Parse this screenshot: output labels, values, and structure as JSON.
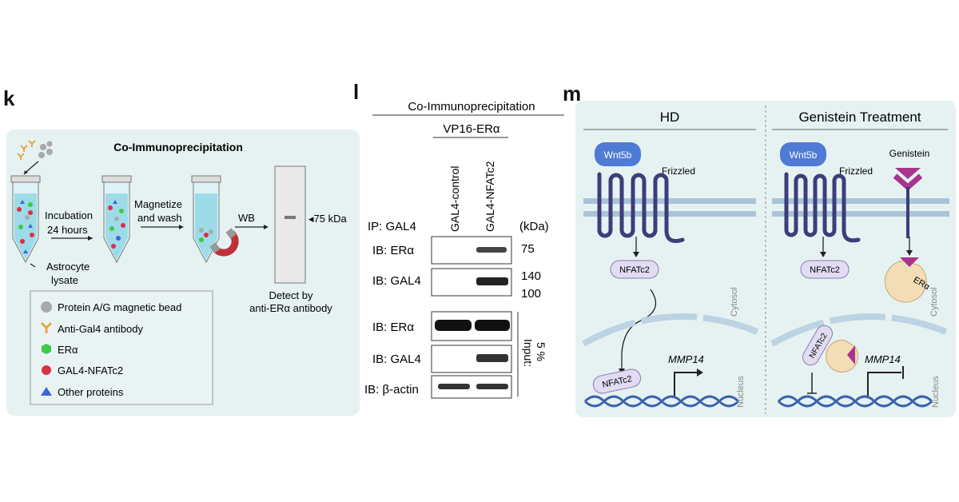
{
  "panels": {
    "k": {
      "letter": "k",
      "title": "Co-Immunoprecipitation",
      "steps": {
        "incubation": "Incubation",
        "hours": "24 hours",
        "magnetize": "Magnetize",
        "and_wash": "and wash",
        "wb": "WB",
        "kda": "◂75 kDa",
        "astrocyte": "Astrocyte",
        "lysate": "lysate",
        "detect1": "Detect by",
        "detect2": "anti-ERα antibody"
      },
      "legend": [
        {
          "label": "Protein A/G magnetic bead",
          "icon": "gray-circle-icon",
          "color": "#a9a9a9"
        },
        {
          "label": "Anti-Gal4 antibody",
          "icon": "y-antibody-icon",
          "color": "#e0a940"
        },
        {
          "label": "ERα",
          "icon": "green-hexagon-icon",
          "color": "#3ec84a"
        },
        {
          "label": "GAL4-NFATc2",
          "icon": "red-circle-icon",
          "color": "#d8304a"
        },
        {
          "label": "Other proteins",
          "icon": "blue-triangle-icon",
          "color": "#3a67d8"
        }
      ]
    },
    "l": {
      "letter": "l",
      "header": "Co-Immunoprecipitation",
      "subheader": "VP16-ERα",
      "lanes": [
        "GAL4-control",
        "GAL4-NFATc2"
      ],
      "ip": "IP: GAL4",
      "kda_label": "(kDa)",
      "blots": [
        "IB: ERα",
        "IB: GAL4",
        "IB: ERα",
        "IB: GAL4",
        "IB: β-actin"
      ],
      "markers": [
        "75",
        "140",
        "100"
      ],
      "input1": "Input:",
      "input2": "5 %"
    },
    "m": {
      "letter": "m",
      "left_title": "HD",
      "right_title": "Genistein Treatment",
      "wnt": "Wnt5b",
      "frizzled": "Frizzled",
      "nfatc2": "NFATc2",
      "genistein": "Genistein",
      "era": "ERα",
      "cytosol": "Cytosol",
      "nucleus": "Nucleus",
      "gene": "MMP14"
    }
  },
  "colors": {
    "panel_bg": "#e6f2f1",
    "receptor": "#3d3d7a",
    "wnt": "#4f7ad6",
    "nfat": "#e2dcf2",
    "genistein": "#a8348e",
    "era_bg": "#f2ddb6",
    "dna": "#3c63b0"
  }
}
